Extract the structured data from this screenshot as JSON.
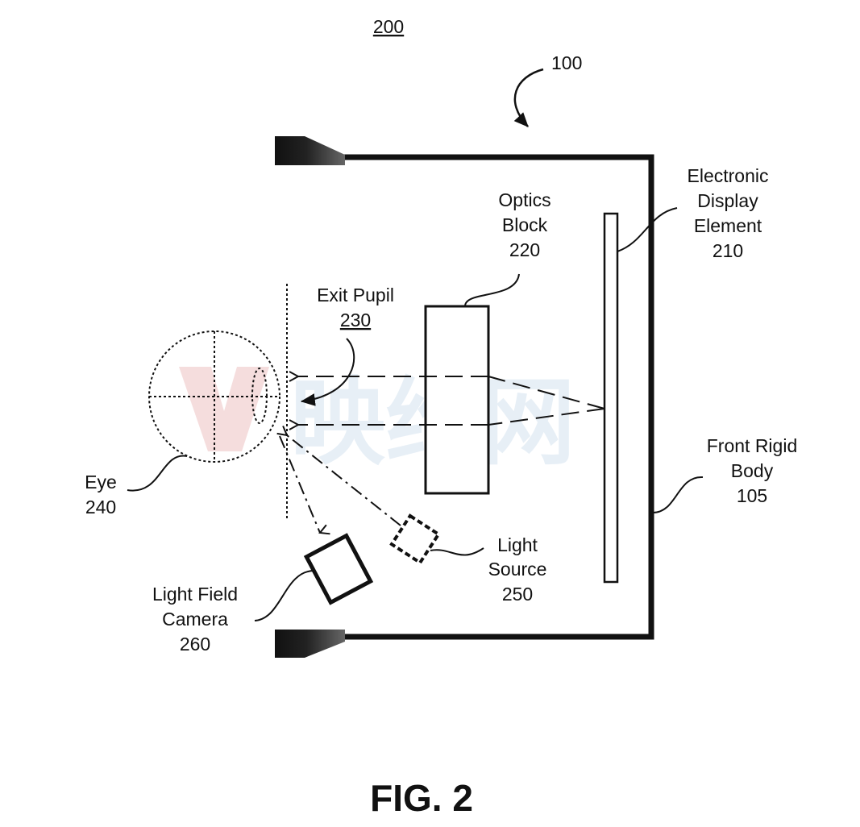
{
  "figure": {
    "number_ref": "200",
    "caption": "FIG. 2"
  },
  "headset_ref": "100",
  "labels": {
    "display": {
      "line1": "Electronic",
      "line2": "Display",
      "line3": "Element",
      "ref": "210"
    },
    "optics": {
      "line1": "Optics",
      "line2": "Block",
      "ref": "220"
    },
    "exit_pupil": {
      "line1": "Exit Pupil",
      "ref": "230"
    },
    "eye": {
      "line1": "Eye",
      "ref": "240"
    },
    "light_source": {
      "line1": "Light",
      "line2": "Source",
      "ref": "250"
    },
    "camera": {
      "line1": "Light Field",
      "line2": "Camera",
      "ref": "260"
    },
    "body": {
      "line1": "Front Rigid",
      "line2": "Body",
      "ref": "105"
    }
  },
  "watermark": "映维网",
  "colors": {
    "ink": "#111111",
    "watermark": "#d5e3f0",
    "watermark_accent": "#e8b4b4"
  }
}
